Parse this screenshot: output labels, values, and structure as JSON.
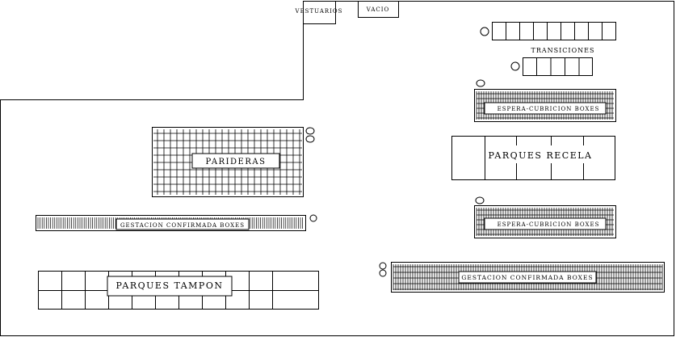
{
  "title": "",
  "rooms": {
    "vestuarios": "VESTUARIOS",
    "vacio": "VACIO"
  },
  "areas": {
    "transiciones": "TRANSICIONES",
    "espera_cubricion_top": "ESPERA-CUBRICION BOXES",
    "parques_recela": "PARQUES RECELA",
    "espera_cubricion_bottom": "ESPERA-CUBRICION BOXES",
    "gestacion_right": "GESTACION CONFIRMADA BOXES",
    "parideras": "PARIDERAS",
    "gestacion_left": "GESTACION CONFIRMADA BOXES",
    "parques_tampon": "PARQUES TAMPON"
  },
  "colors": {
    "line": "#000000",
    "background": "#ffffff"
  }
}
